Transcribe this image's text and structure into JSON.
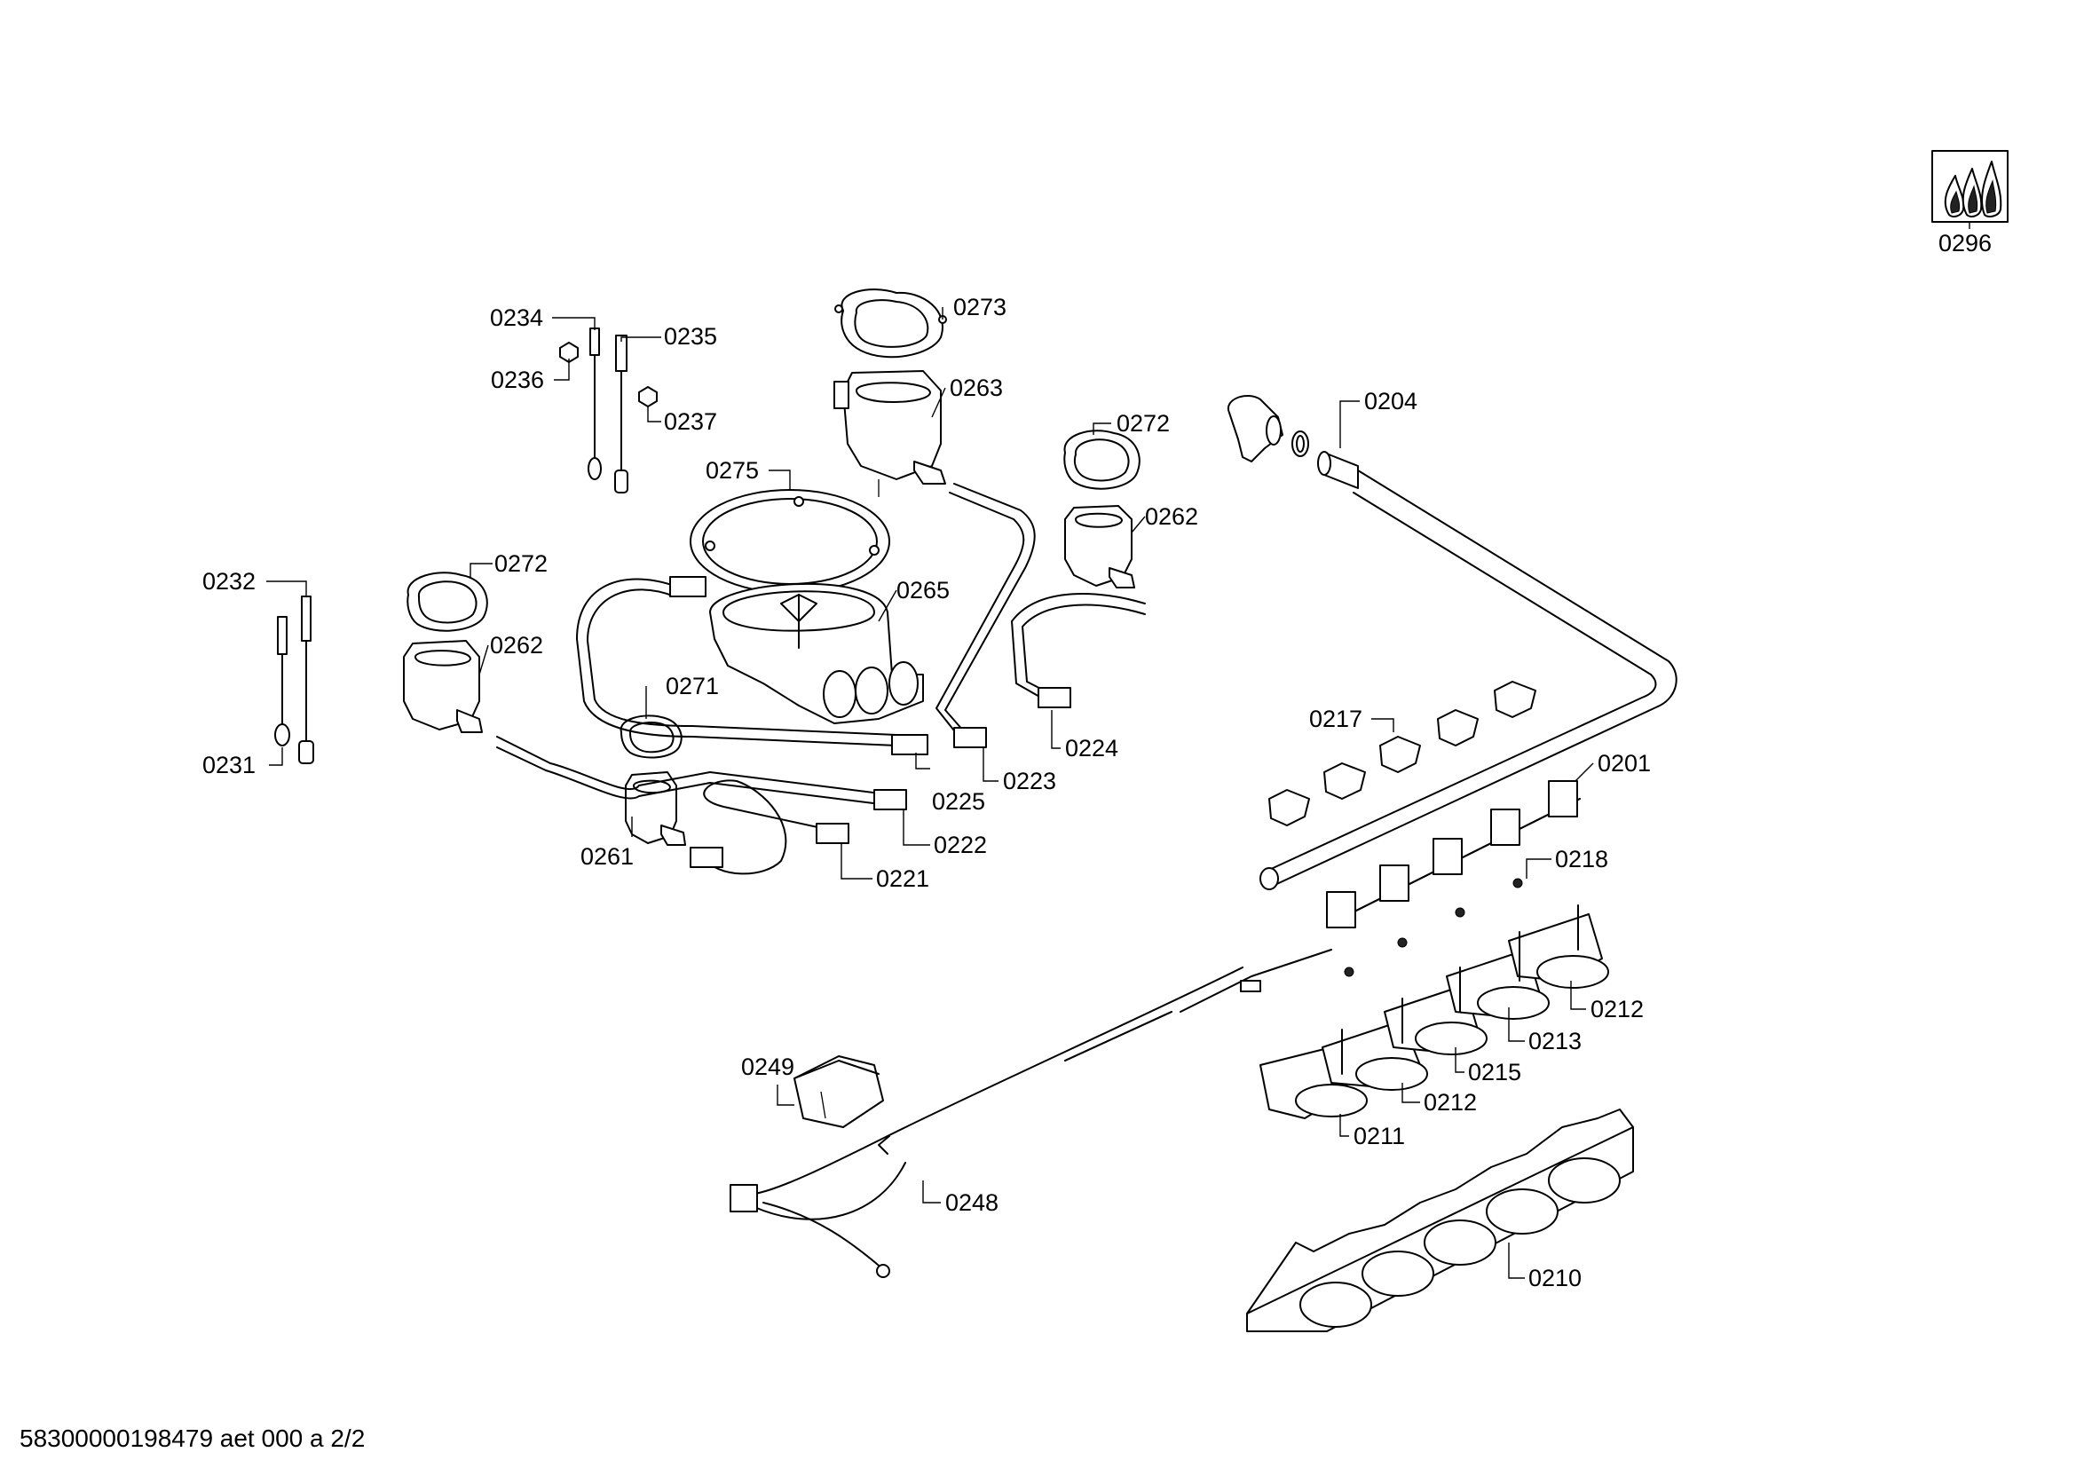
{
  "diagram": {
    "footer": "58300000198479 aet 000 a 2/2",
    "badge_label": "0296",
    "labels": [
      {
        "id": "0234",
        "text": "0234"
      },
      {
        "id": "0235",
        "text": "0235"
      },
      {
        "id": "0236",
        "text": "0236"
      },
      {
        "id": "0237",
        "text": "0237"
      },
      {
        "id": "0273",
        "text": "0273"
      },
      {
        "id": "0263",
        "text": "0263"
      },
      {
        "id": "0275",
        "text": "0275"
      },
      {
        "id": "0272a",
        "text": "0272"
      },
      {
        "id": "0262a",
        "text": "0262"
      },
      {
        "id": "0204",
        "text": "0204"
      },
      {
        "id": "0265",
        "text": "0265"
      },
      {
        "id": "0232",
        "text": "0232"
      },
      {
        "id": "0272b",
        "text": "0272"
      },
      {
        "id": "0262b",
        "text": "0262"
      },
      {
        "id": "0271",
        "text": "0271"
      },
      {
        "id": "0231",
        "text": "0231"
      },
      {
        "id": "0224",
        "text": "0224"
      },
      {
        "id": "0225",
        "text": "0225"
      },
      {
        "id": "0223",
        "text": "0223"
      },
      {
        "id": "0222",
        "text": "0222"
      },
      {
        "id": "0261",
        "text": "0261"
      },
      {
        "id": "0221",
        "text": "0221"
      },
      {
        "id": "0217",
        "text": "0217"
      },
      {
        "id": "0201",
        "text": "0201"
      },
      {
        "id": "0218",
        "text": "0218"
      },
      {
        "id": "0212a",
        "text": "0212"
      },
      {
        "id": "0213",
        "text": "0213"
      },
      {
        "id": "0215",
        "text": "0215"
      },
      {
        "id": "0212b",
        "text": "0212"
      },
      {
        "id": "0211",
        "text": "0211"
      },
      {
        "id": "0249",
        "text": "0249"
      },
      {
        "id": "0248",
        "text": "0248"
      },
      {
        "id": "0210",
        "text": "0210"
      }
    ]
  }
}
